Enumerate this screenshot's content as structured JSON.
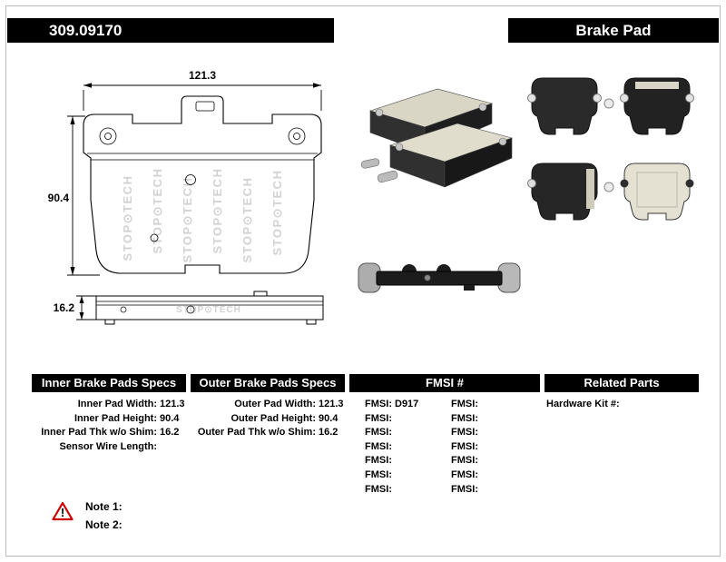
{
  "colors": {
    "header_bg": "#000000",
    "header_text": "#ffffff",
    "warning_red": "#cc0000"
  },
  "header": {
    "part_number": "309.09170",
    "title": "Brake Pad"
  },
  "diagram": {
    "width_label": "121.3",
    "height_label": "90.4",
    "thickness_label": "16.2",
    "watermark": "STOP⊙TECH"
  },
  "tables": {
    "inner": {
      "header": "Inner Brake Pads Specs",
      "rows": [
        {
          "label": "Inner Pad Width:",
          "value": "121.3"
        },
        {
          "label": "Inner Pad Height:",
          "value": "90.4"
        },
        {
          "label": "Inner Pad Thk w/o Shim:",
          "value": "16.2"
        },
        {
          "label": "Sensor Wire Length:",
          "value": ""
        }
      ]
    },
    "outer": {
      "header": "Outer Brake Pads Specs",
      "rows": [
        {
          "label": "Outer Pad Width:",
          "value": "121.3"
        },
        {
          "label": "Outer Pad Height:",
          "value": "90.4"
        },
        {
          "label": "Outer Pad Thk w/o Shim:",
          "value": "16.2"
        }
      ]
    },
    "fmsi": {
      "header": "FMSI #",
      "rows": [
        {
          "l1": "FMSI:",
          "v1": "D917",
          "l2": "FMSI:",
          "v2": ""
        },
        {
          "l1": "FMSI:",
          "v1": "",
          "l2": "FMSI:",
          "v2": ""
        },
        {
          "l1": "FMSI:",
          "v1": "",
          "l2": "FMSI:",
          "v2": ""
        },
        {
          "l1": "FMSI:",
          "v1": "",
          "l2": "FMSI:",
          "v2": ""
        },
        {
          "l1": "FMSI:",
          "v1": "",
          "l2": "FMSI:",
          "v2": ""
        },
        {
          "l1": "FMSI:",
          "v1": "",
          "l2": "FMSI:",
          "v2": ""
        },
        {
          "l1": "FMSI:",
          "v1": "",
          "l2": "FMSI:",
          "v2": ""
        }
      ]
    },
    "related": {
      "header": "Related Parts",
      "rows": [
        {
          "label": "Hardware Kit #:",
          "value": ""
        }
      ]
    }
  },
  "notes": {
    "warning_icon": "warning-triangle-icon",
    "warning_char": "!",
    "items": [
      {
        "label": "Note 1:"
      },
      {
        "label": "Note 2:"
      }
    ]
  }
}
